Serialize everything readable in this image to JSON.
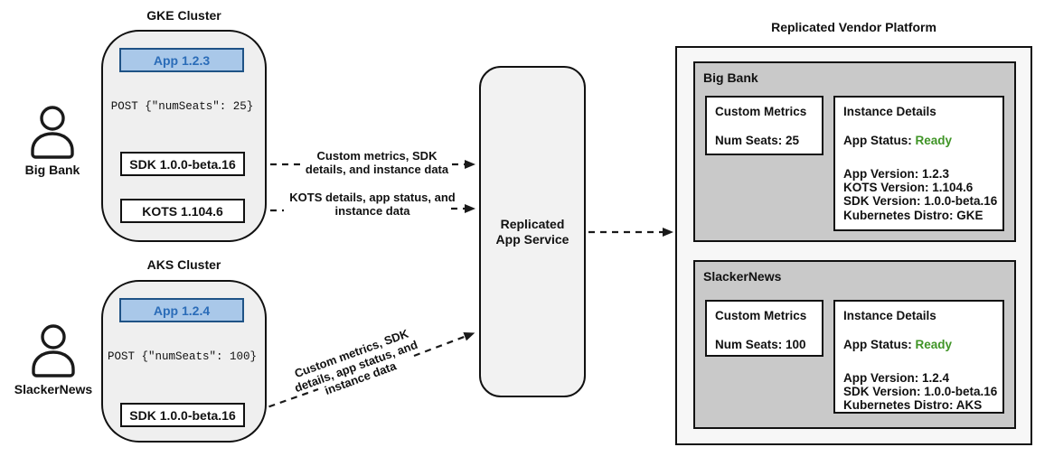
{
  "users": [
    {
      "name": "Big Bank"
    },
    {
      "name": "SlackerNews"
    }
  ],
  "clusters": [
    {
      "title": "GKE Cluster",
      "app_label": "App 1.2.3",
      "post_label": "POST {\"numSeats\": 25}",
      "sdk_label": "SDK 1.0.0-beta.16",
      "kots_label": "KOTS 1.104.6"
    },
    {
      "title": "AKS Cluster",
      "app_label": "App 1.2.4",
      "post_label": "POST {\"numSeats\": 100}",
      "sdk_label": "SDK 1.0.0-beta.16"
    }
  ],
  "flows": [
    {
      "lines": [
        "Custom metrics, SDK",
        "details, and instance data"
      ]
    },
    {
      "lines": [
        "KOTS details, app status, and",
        "instance data"
      ]
    },
    {
      "lines": [
        "Custom metrics, SDK",
        "details, app status, and",
        "instance data"
      ]
    }
  ],
  "service": {
    "lines": [
      "Replicated",
      "App Service"
    ]
  },
  "platform": {
    "title": "Replicated Vendor Platform",
    "tenants": [
      {
        "name": "Big Bank",
        "custom_metrics": {
          "title": "Custom Metrics",
          "value": "Num Seats: 25"
        },
        "instance_details": {
          "title": "Instance Details",
          "status_label": "App Status: ",
          "status_value": "Ready",
          "lines": [
            "App Version: 1.2.3",
            "KOTS Version: 1.104.6",
            "SDK Version: 1.0.0-beta.16",
            "Kubernetes Distro: GKE"
          ]
        }
      },
      {
        "name": "SlackerNews",
        "custom_metrics": {
          "title": "Custom Metrics",
          "value": "Num Seats: 100"
        },
        "instance_details": {
          "title": "Instance Details",
          "status_label": "App Status: ",
          "status_value": "Ready",
          "lines": [
            "App Version: 1.2.4",
            "SDK Version: 1.0.0-beta.16",
            "Kubernetes Distro: AKS"
          ]
        }
      }
    ]
  },
  "colors": {
    "app_box_fill": "#a9c8e9",
    "app_box_border": "#1f5386",
    "app_box_text": "#2a6cb8",
    "cluster_fill": "#efefef",
    "service_fill": "#f2f2f2",
    "platform_fill": "#f7f7f7",
    "tenant_fill": "#c9c9c9",
    "status_ready_green": "#3f9426",
    "line_black": "#1a1a1a"
  }
}
